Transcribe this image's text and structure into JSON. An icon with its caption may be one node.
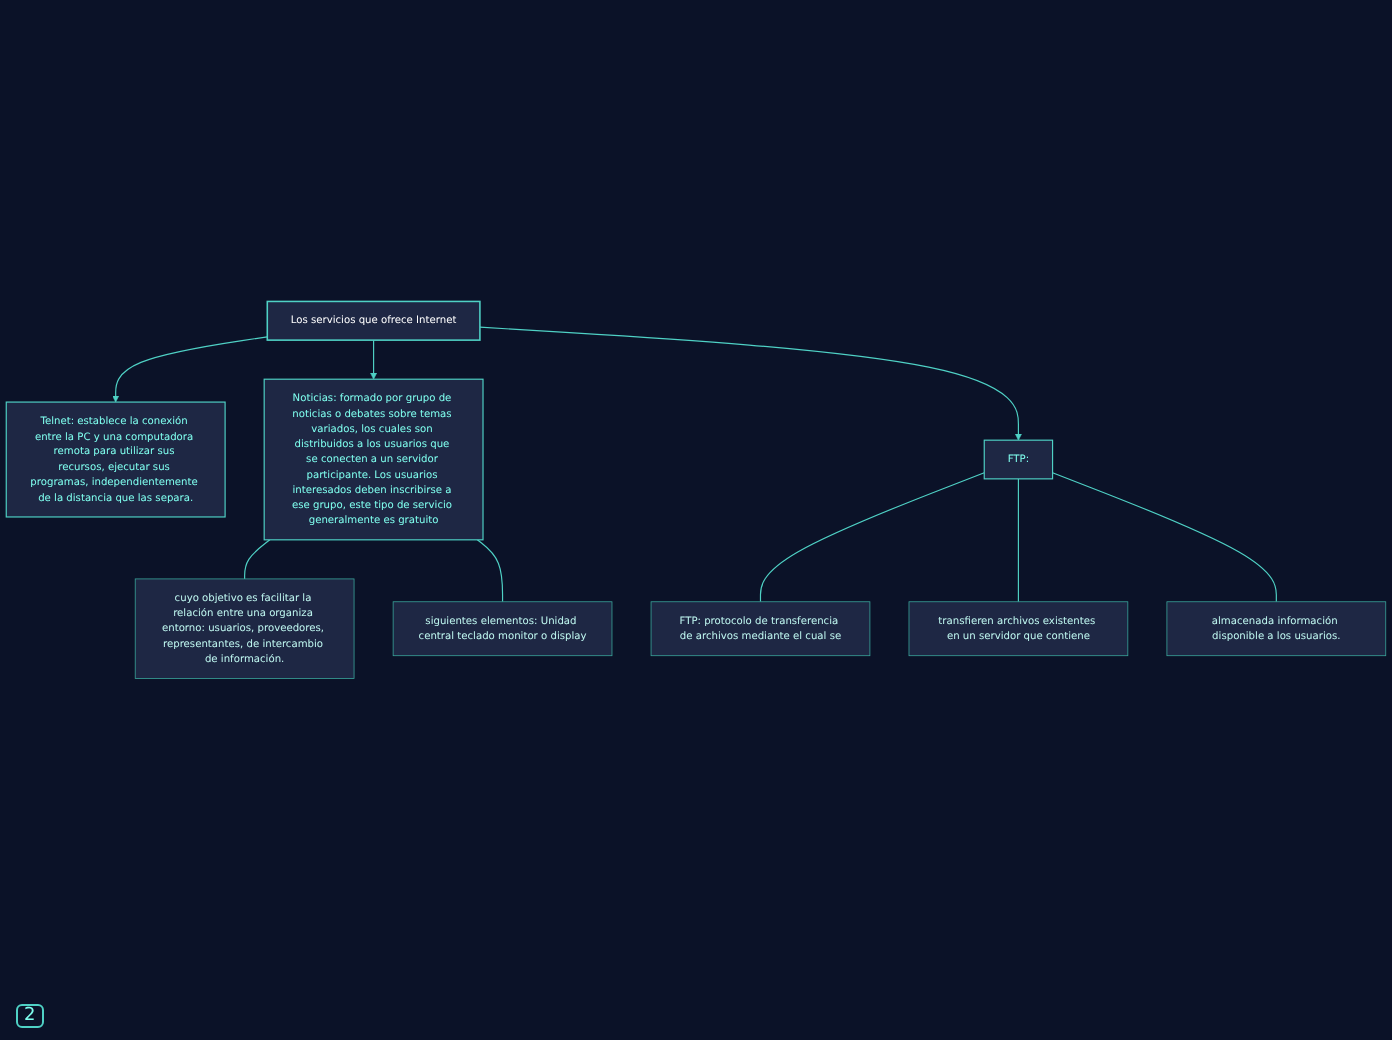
{
  "diagram": {
    "nodes": [
      {
        "text": [
          "Los servicios que ofrece Internet"
        ]
      },
      {
        "text": [
          "Telnet: establece la conexión entre la PC y una computadora remota para utilizar sus recursos, ejecutar sus programas, independientemente de la distancia que las separa."
        ]
      },
      {
        "text": [
          "Noticias: formado por grupo de noticias o debates sobre temas variados, los cuales son distribuidos a los usuarios que se conecten a un servidor participante. Los usuarios interesados deben inscribirse a ese grupo, este tipo de servicio generalmente es gratuito"
        ]
      },
      {
        "text": [
          "cuyo objetivo es facilitar la relación entre una organiza entorno: usuarios, proveedores, representantes, de intercambio de información."
        ]
      },
      {
        "text": [
          "siguientes elementos: Unidad central teclado monitor o display"
        ]
      },
      {
        "text": [
          "FTP:"
        ]
      },
      {
        "text": [
          "FTP: protocolo de transferencia de archivos mediante el cual se"
        ]
      },
      {
        "text": [
          "transfieren archivos existentes en un servidor que contiene"
        ]
      },
      {
        "text": [
          "almacenada información disponible a los usuarios."
        ]
      }
    ],
    "edges": [
      {
        "from": 0,
        "to": 1,
        "arrow": "to"
      },
      {
        "from": 0,
        "to": 2,
        "arrow": "to"
      },
      {
        "from": 0,
        "to": 5,
        "arrow": "to"
      },
      {
        "from": 2,
        "to": 3,
        "arrow": "none"
      },
      {
        "from": 2,
        "to": 4,
        "arrow": "none"
      },
      {
        "from": 5,
        "to": 6,
        "arrow": "none"
      },
      {
        "from": 5,
        "to": 7,
        "arrow": "none"
      },
      {
        "from": 5,
        "to": 8,
        "arrow": "none"
      }
    ],
    "labels": [
      "2"
    ]
  }
}
